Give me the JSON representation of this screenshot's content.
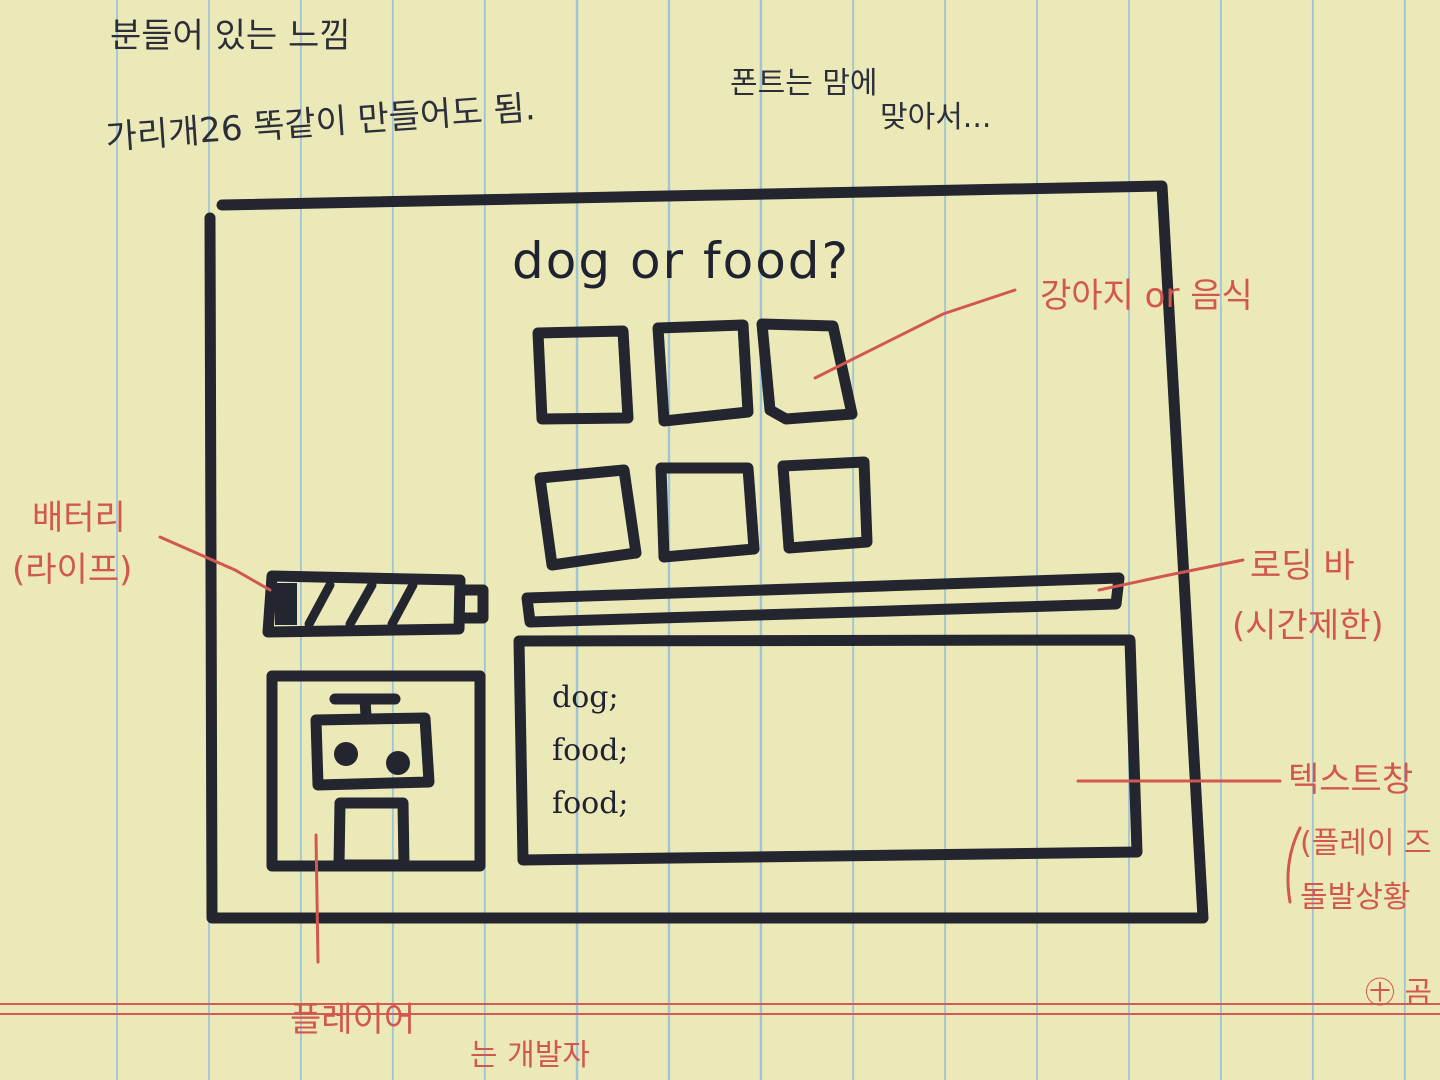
{
  "top_notes": {
    "line1": "분들어 있는 느낌",
    "line2": "가리개26 똑같이 만들어도 됨.",
    "font_note_1": "폰트는 맘에",
    "font_note_2": "맞아서..."
  },
  "game": {
    "title": "dog or food?",
    "chat_lines": [
      "dog;",
      "food;",
      "food;"
    ]
  },
  "annotations": {
    "tiles": "강아지 or 음식",
    "battery_1": "배터리",
    "battery_2": "(라이프)",
    "loading_1": "로딩 바",
    "loading_2": "(시간제한)",
    "text_1": "텍스트창",
    "text_2": "(플레이 즈",
    "text_3": "돌발상황",
    "player": "플레이어",
    "developer": "는 개발자",
    "corner": "㊉ 곰"
  },
  "colors": {
    "ink": "#1f2230",
    "red_pen": "#d2584f",
    "paper": "#ece9b8",
    "rule": "#9fc4d6"
  }
}
